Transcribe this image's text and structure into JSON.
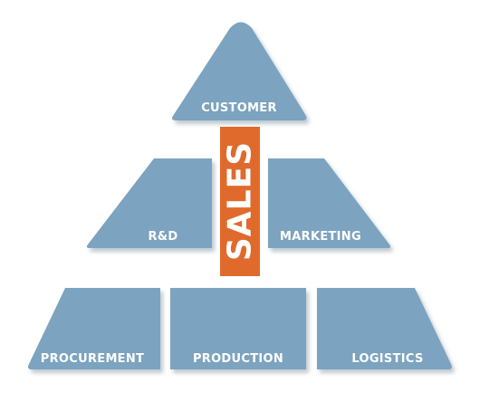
{
  "colors": {
    "block": "#7ba3bf",
    "shadow": "#a9b6c0",
    "label": "#ffffff",
    "sales": "#e06a2c"
  },
  "top": {
    "label": "CUSTOMER"
  },
  "middle": {
    "left_label": "R&D",
    "right_label": "MARKETING"
  },
  "bottom": {
    "left_label": "PROCUREMENT",
    "center_label": "PRODUCTION",
    "right_label": "LOGISTICS"
  },
  "spine": {
    "label": "SALES"
  }
}
